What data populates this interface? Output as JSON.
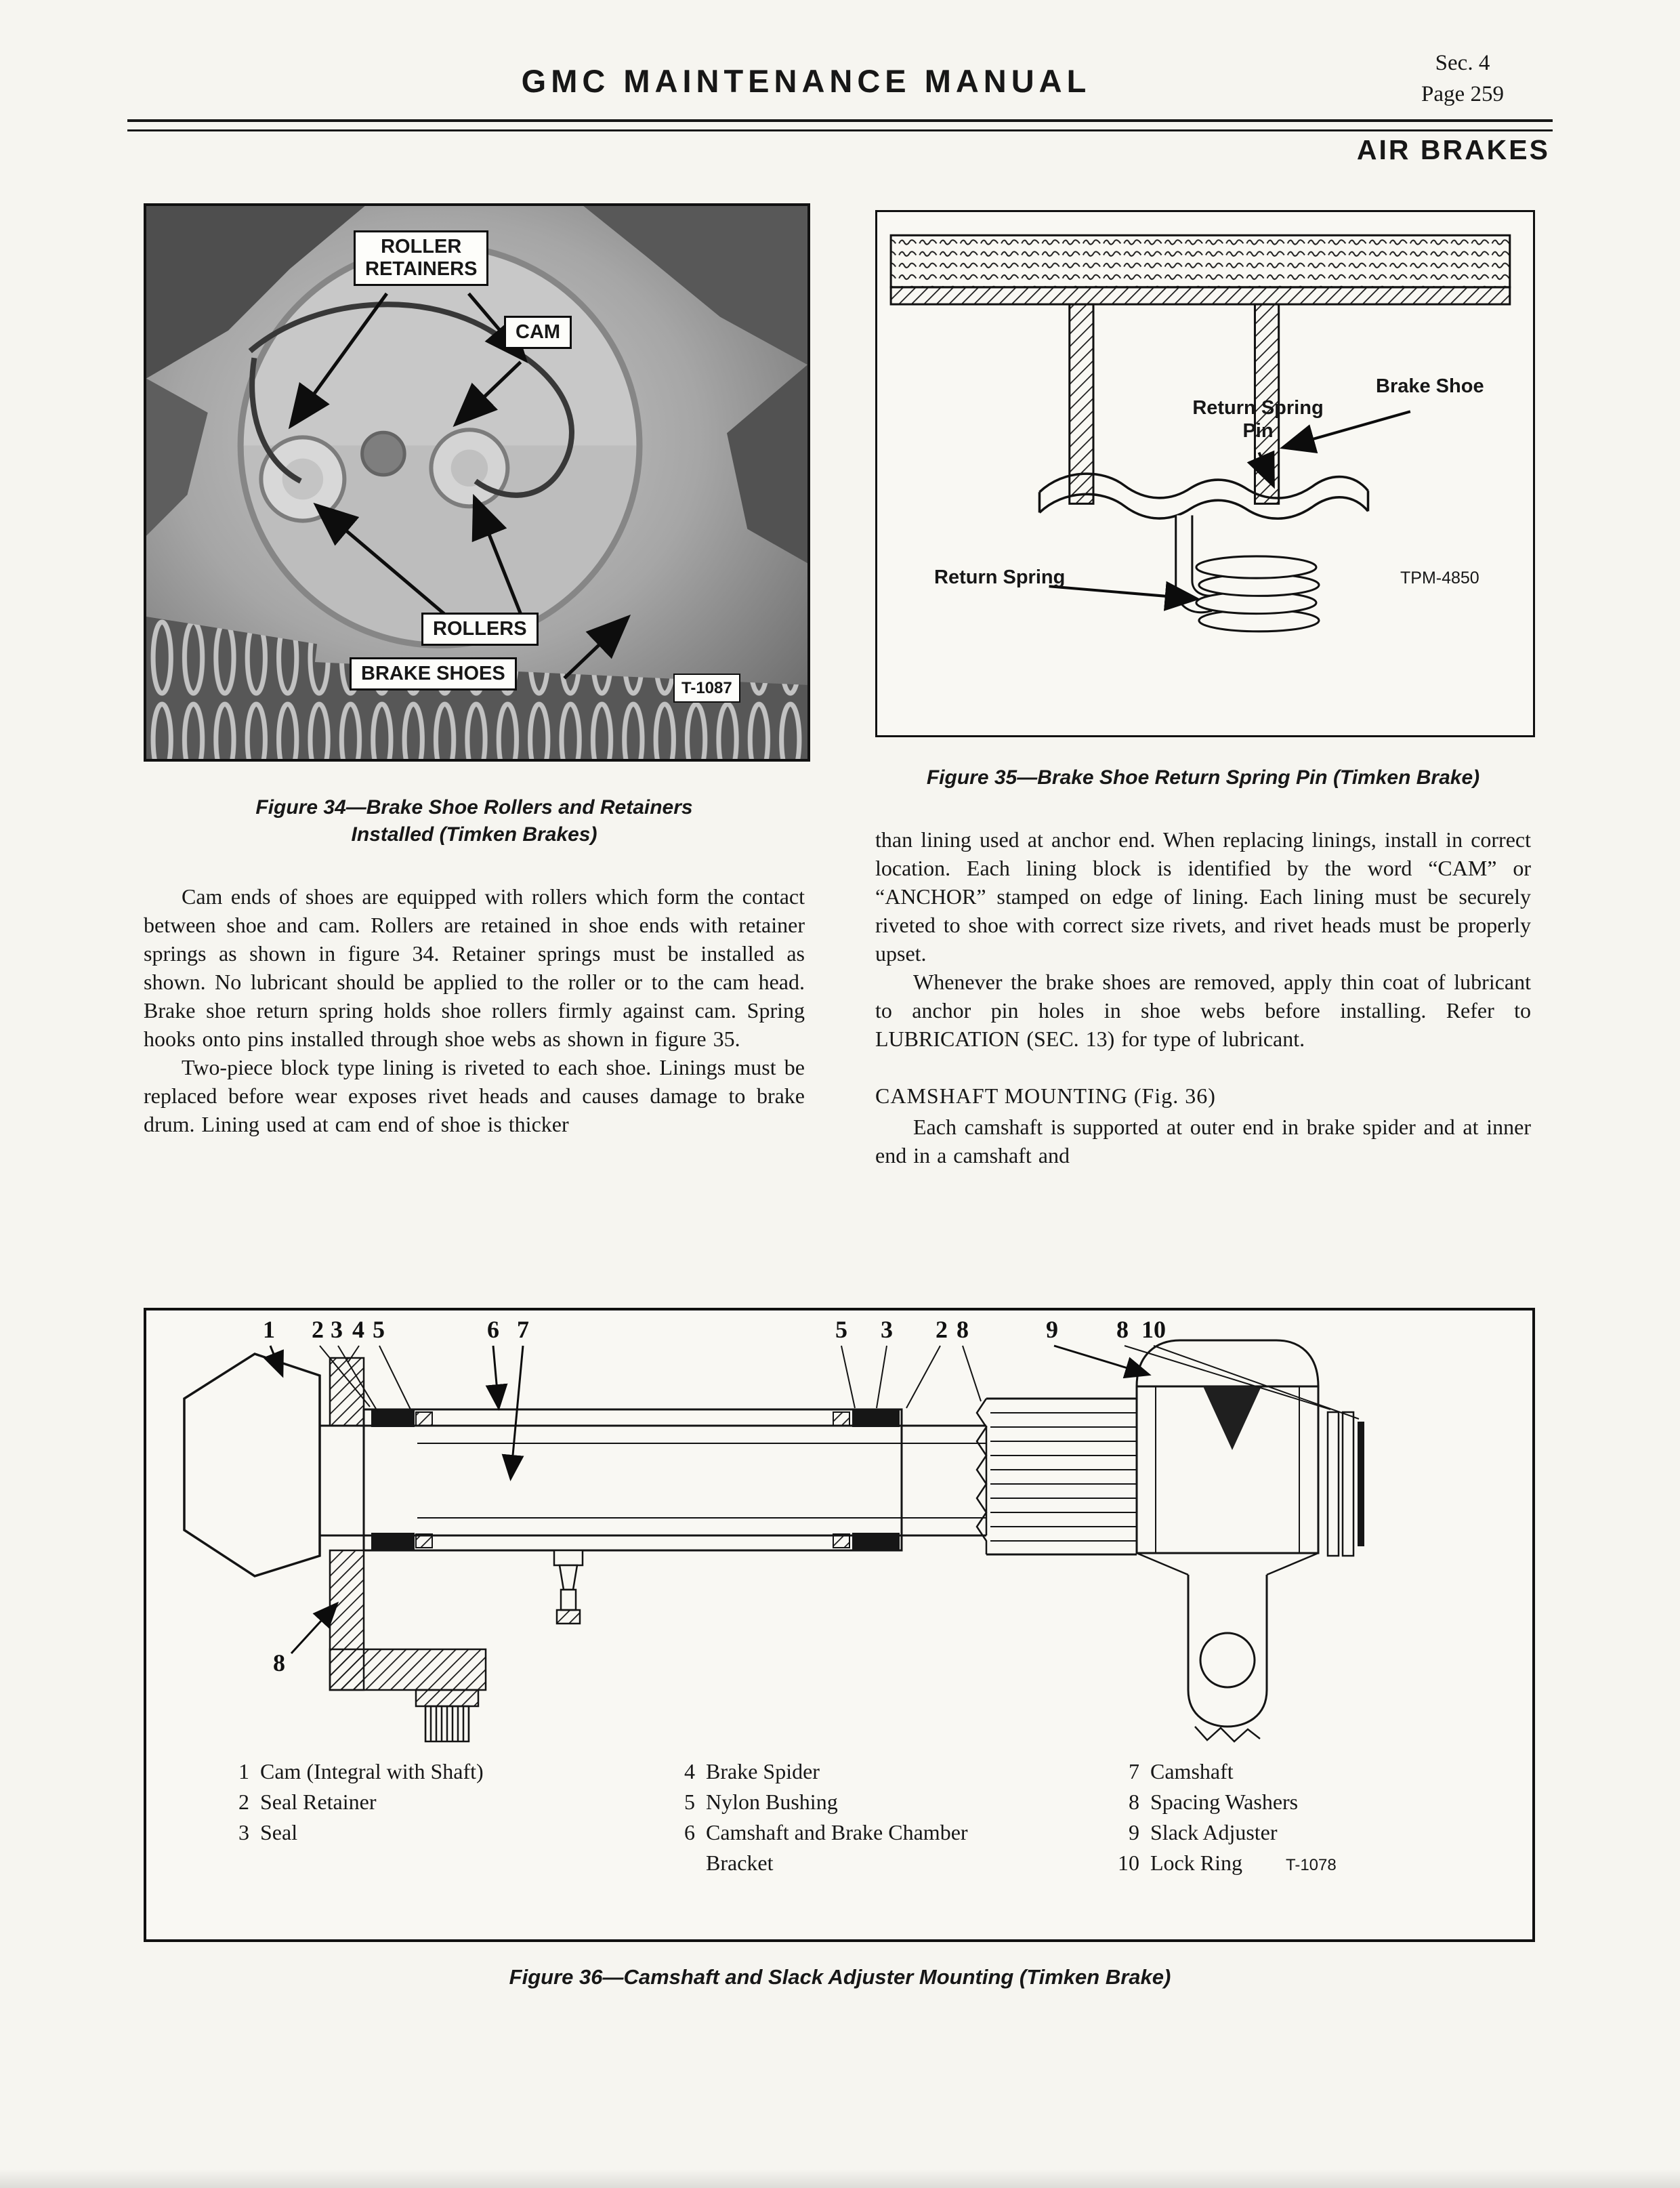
{
  "header": {
    "title": "GMC MAINTENANCE MANUAL",
    "sec": "Sec. 4",
    "page": "Page 259",
    "section": "AIR BRAKES"
  },
  "figure34": {
    "labels": {
      "roller_retainers": "ROLLER\nRETAINERS",
      "cam": "CAM",
      "rollers": "ROLLERS",
      "brake_shoes": "BRAKE SHOES",
      "photo_id": "T-1087"
    },
    "caption_line1": "Figure 34—Brake Shoe Rollers and Retainers",
    "caption_line2": "Installed (Timken Brakes)"
  },
  "figure35": {
    "labels": {
      "brake_shoe": "Brake Shoe",
      "return_spring_pin": "Return Spring\nPin",
      "return_spring": "Return Spring",
      "drawing_id": "TPM-4850"
    },
    "caption": "Figure 35—Brake Shoe Return Spring Pin (Timken Brake)"
  },
  "left_column": {
    "para1": "Cam ends of shoes are equipped with rollers which form the contact between shoe and cam. Rollers are retained in shoe ends with retainer springs as shown in figure 34. Retainer springs must be installed as shown. No lubricant should be applied to the roller or to the cam head. Brake shoe return spring holds shoe rollers firmly against cam. Spring hooks onto pins installed through shoe webs as shown in figure 35.",
    "para2": "Two-piece block type lining is riveted to each shoe. Linings must be replaced before wear exposes rivet heads and causes damage to brake drum. Lining used at cam end of shoe is thicker"
  },
  "right_column": {
    "para1": "than lining used at anchor end. When replacing linings, install in correct location. Each lining block is identified by the word “CAM” or “ANCHOR” stamped on edge of lining. Each lining must be securely riveted to shoe with correct size rivets, and rivet heads must be properly upset.",
    "para2": "Whenever the brake shoes are removed, apply thin coat of lubricant to anchor pin holes in shoe webs before installing. Refer to LUBRICATION (SEC. 13) for type of lubricant.",
    "heading": "CAMSHAFT MOUNTING (Fig. 36)",
    "para3": "Each camshaft is supported at outer end in brake spider and at inner end in a camshaft and"
  },
  "figure36": {
    "callouts": [
      "1",
      "2",
      "3",
      "4",
      "5",
      "6",
      "7",
      "5",
      "3",
      "2",
      "8",
      "9",
      "8",
      "10",
      "8"
    ],
    "legend": [
      {
        "num": "1",
        "label": "Cam (Integral with Shaft)"
      },
      {
        "num": "2",
        "label": "Seal Retainer"
      },
      {
        "num": "3",
        "label": "Seal"
      },
      {
        "num": "4",
        "label": "Brake Spider"
      },
      {
        "num": "5",
        "label": "Nylon Bushing"
      },
      {
        "num": "6",
        "label": "Camshaft and Brake Chamber\nBracket"
      },
      {
        "num": "7",
        "label": "Camshaft"
      },
      {
        "num": "8",
        "label": "Spacing Washers"
      },
      {
        "num": "9",
        "label": "Slack Adjuster"
      },
      {
        "num": "10",
        "label": "Lock Ring"
      }
    ],
    "drawing_id": "T-1078",
    "caption": "Figure 36—Camshaft and Slack Adjuster Mounting (Timken Brake)"
  }
}
